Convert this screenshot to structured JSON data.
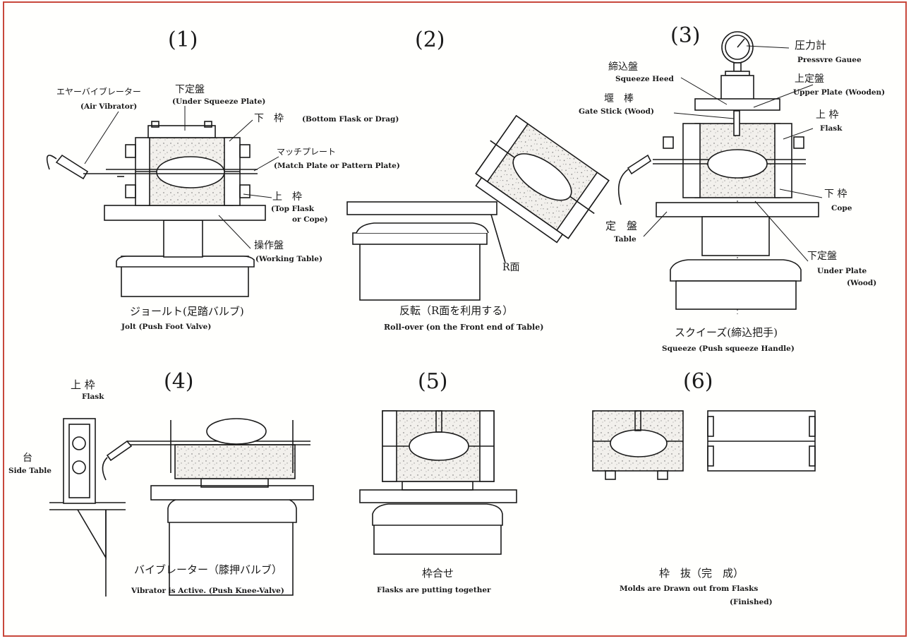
{
  "panel1": {
    "number": "(1)",
    "air_vibrator_jp": "エヤーバイブレーター",
    "air_vibrator_en": "(Air Vibrator)",
    "under_squeeze_plate_jp": "下定盤",
    "under_squeeze_plate_en": "(Under Squeeze Plate)",
    "bottom_flask_jp": "下　枠",
    "bottom_flask_en": "(Bottom Flask or Drag)",
    "match_plate_jp": "マッチプレート",
    "match_plate_en": "(Match Plate or Pattern Plate)",
    "top_flask_jp": "上　枠",
    "top_flask_en1": "(Top Flask",
    "top_flask_en2": "or Cope)",
    "working_table_jp": "操作盤",
    "working_table_en": "(Working Table)",
    "caption_jp": "ジョールト(足踏バルブ)",
    "caption_en": "Jolt (Push Foot Valve)"
  },
  "panel2": {
    "number": "(2)",
    "r_face": "R面",
    "caption_jp": "反転（R面を利用する）",
    "caption_en": "Roll-over (on the Front end of Table)"
  },
  "panel3": {
    "number": "(3)",
    "pressure_gauge_jp": "圧力計",
    "pressure_gauge_en": "Pressvre Gauee",
    "squeeze_head_jp": "締込盤",
    "squeeze_head_en": "Squeeze Heed",
    "upper_plate_jp": "上定盤",
    "upper_plate_en": "Upper Plate (Wooden)",
    "gate_stick_jp": "堰　棒",
    "gate_stick_en": "Gate Stick (Wood)",
    "flask_jp": "上 枠",
    "flask_en": "Flask",
    "cope_jp": "下 枠",
    "cope_en": "Cope",
    "table_jp": "定　盤",
    "table_en": "Table",
    "under_plate_jp": "下定盤",
    "under_plate_en1": "Under Plate",
    "under_plate_en2": "(Wood)",
    "caption_jp": "スクイーズ(締込把手)",
    "caption_en": "Squeeze (Push squeeze Handle)"
  },
  "panel4": {
    "number": "(4)",
    "flask_jp": "上 枠",
    "flask_en": "Flask",
    "side_table_jp": "台",
    "side_table_en": "Side Table",
    "caption_jp": "バイブレーター（膝押バルブ）",
    "caption_en": "Vibrator is Active. (Push Knee-Valve)"
  },
  "panel5": {
    "number": "(5)",
    "caption_jp": "枠合せ",
    "caption_en": "Flasks are putting together"
  },
  "panel6": {
    "number": "(6)",
    "caption_jp": "枠　抜（完　成）",
    "caption_en1": "Molds are  Drawn out from Flasks",
    "caption_en2": "(Finished)"
  }
}
